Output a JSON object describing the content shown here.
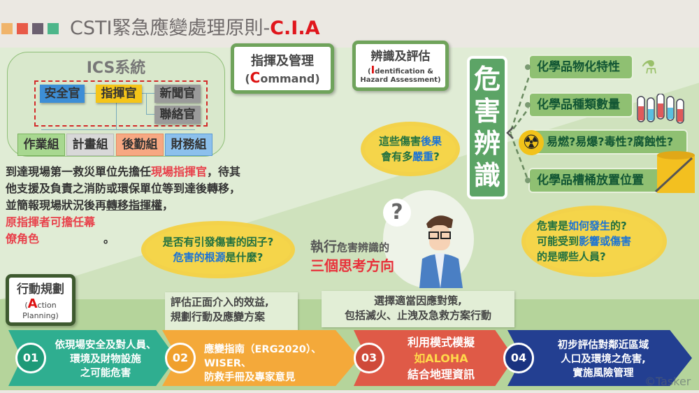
{
  "title": {
    "main": "CSTI緊急應變處理原則-",
    "accent": "C.I.A"
  },
  "colors": {
    "accent": "#e0161c",
    "green": "#5ca466",
    "sq1": "#f0b46a",
    "sq2": "#e85a48",
    "sq3": "#6c6070",
    "sq4": "#4db68a"
  },
  "ics": {
    "title": "ICS系統",
    "officers": [
      "安全官",
      "指揮官",
      "新聞官",
      "聯絡官"
    ],
    "groups": [
      "作業組",
      "計畫組",
      "後勤組",
      "財務組"
    ]
  },
  "description": {
    "p1": "到達現場第一救災單位先擔任",
    "p1_red": "現場指揮官",
    "p2": "，待其他支援及負責之消防或環保單位等到達後轉移，並簡報現場狀況後再",
    "p2_u": "轉移指揮權",
    "p3": "，",
    "p4_red": "原指揮者可擔任幕僚角色",
    "p5": "。"
  },
  "command": {
    "title": "指揮及管理",
    "open": "(",
    "letter": "C",
    "rest": "ommand",
    "close": ")"
  },
  "identify": {
    "title": "辨識及評估",
    "open": "(",
    "letter": "I",
    "rest": "dentification &",
    "line2": "Hazard Assessment)"
  },
  "action": {
    "title": "行動規劃",
    "open": "(",
    "letter": "A",
    "rest": "ction",
    "line2": "Planning)"
  },
  "hazard": {
    "label": "危害辨識",
    "items": [
      "化學品物化特性",
      "化學品種類數量",
      "易燃?易爆?毒性?腐蝕性?",
      "化學品槽桶放置位置"
    ]
  },
  "clouds": {
    "c1": {
      "a": "是否有引發傷害的因子?",
      "b_blue": "危害的根源",
      "b": "是什麼?"
    },
    "c2": {
      "a": "這些傷害",
      "a_blue": "後果",
      "b": "會有多",
      "b_blue": "嚴重",
      "b2": "?"
    },
    "c3": {
      "a": "危害是",
      "a_blue": "如何發生",
      "a2": "的?",
      "b": "可能受到",
      "b_blue": "影響或傷害",
      "c": "的是哪些人員?"
    }
  },
  "center": {
    "q": "?",
    "l1a": "執行",
    "l1b": "危害辨識的",
    "l2": "三個思考方向"
  },
  "callouts": {
    "left": "評估正面介入的效益,",
    "left2": "規劃行動及應變方案",
    "right1": "選擇適當因應對策,",
    "right2": "包括滅火、止洩及急救方案行動"
  },
  "steps": [
    {
      "num": "01",
      "lines": [
        "依現場安全及對人員、",
        "環境及財物設施",
        "之可能危害"
      ]
    },
    {
      "num": "02",
      "lines": [
        "應變指南（ERG2020）、",
        "WISER、",
        "防救手冊及專家意見"
      ]
    },
    {
      "num": "03",
      "lines": [
        "利用模式模擬",
        "如ALOHA",
        "結合地理資訊"
      ]
    },
    {
      "num": "04",
      "lines": [
        "初步評估對鄰近區域",
        "人口及環境之危害,",
        "實施風險管理"
      ]
    }
  ],
  "watermark": "Tasker"
}
